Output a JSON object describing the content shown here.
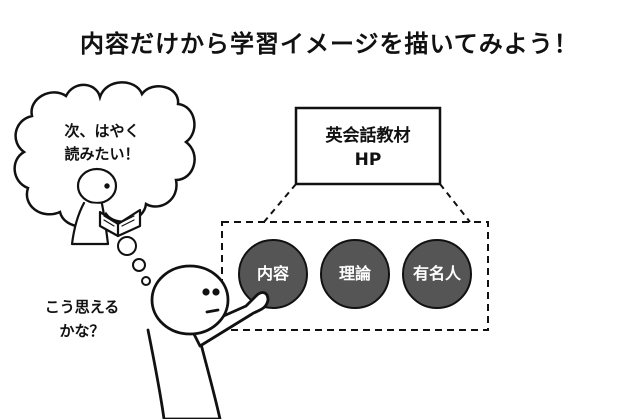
{
  "title": "内容だけから学習イメージを描いてみよう！",
  "thought_bubble": {
    "line1": "次、はやく",
    "line2": "読みたい！"
  },
  "question": {
    "line1": "こう思える",
    "line2": "かな？"
  },
  "hp_box": {
    "line1": "英会話教材",
    "line2": "HP"
  },
  "circles": [
    {
      "label": "内容"
    },
    {
      "label": "理論"
    },
    {
      "label": "有名人"
    }
  ],
  "colors": {
    "circle_fill": "#555555",
    "stroke": "#111111"
  }
}
